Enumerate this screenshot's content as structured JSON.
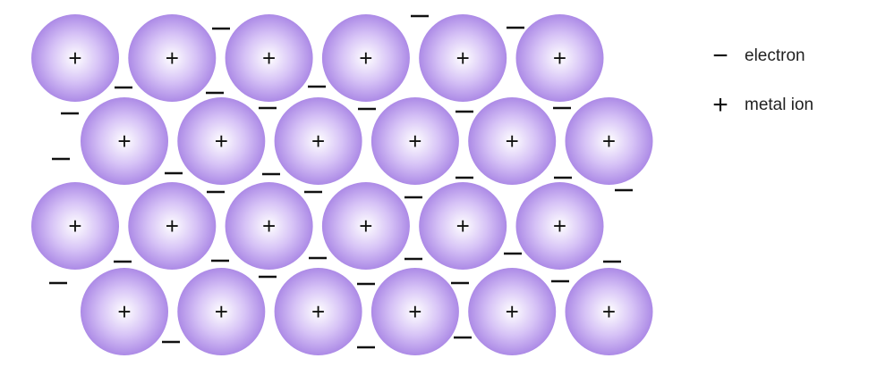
{
  "diagram": {
    "ion_symbol": "+",
    "electron_symbol": "−",
    "ion_rows": [
      6,
      6,
      6,
      6
    ],
    "colors": {
      "ion_center": "#ffffff",
      "ion_mid": "#d6c2f6",
      "ion_edge": "#ac8ae6",
      "symbol": "#111111"
    }
  },
  "legend": {
    "items": [
      {
        "symbol": "−",
        "label": "electron"
      },
      {
        "symbol": "+",
        "label": "metal ion"
      }
    ]
  }
}
